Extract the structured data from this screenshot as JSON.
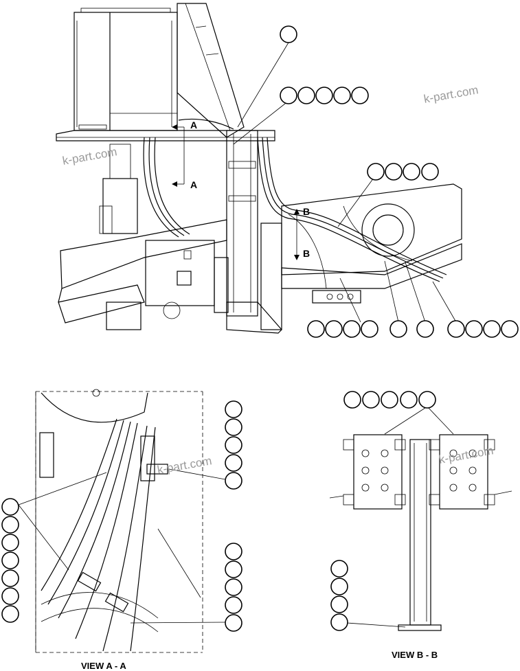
{
  "watermark": {
    "text": "k-part.com"
  },
  "section_marks": {
    "a": "A",
    "b": "B"
  },
  "views": {
    "view_a": {
      "title": "VIEW A - A"
    },
    "view_b": {
      "title": "VIEW B - B"
    }
  }
}
